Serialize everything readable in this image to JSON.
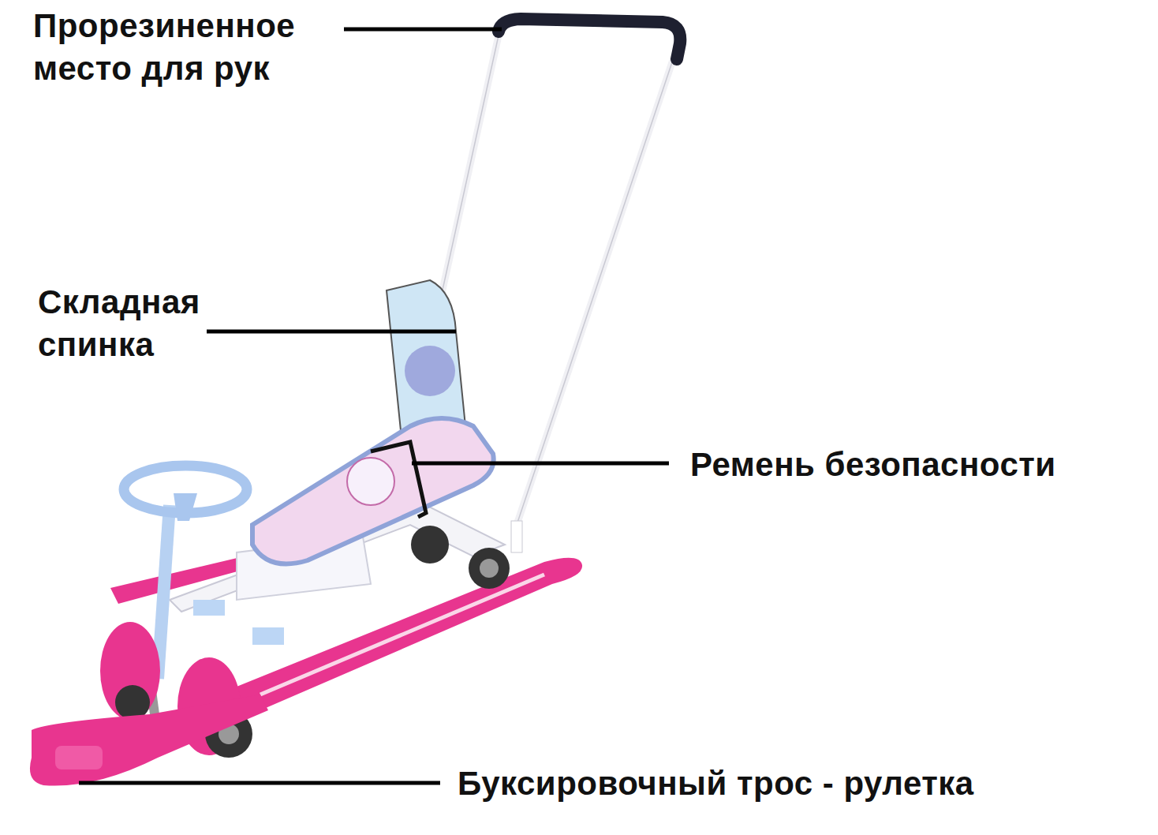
{
  "diagram": {
    "labels": [
      "Прорезиненное место для рук",
      "Складная спинка",
      "Ремень безопасности",
      "Буксировочный трос - рулетка"
    ]
  }
}
